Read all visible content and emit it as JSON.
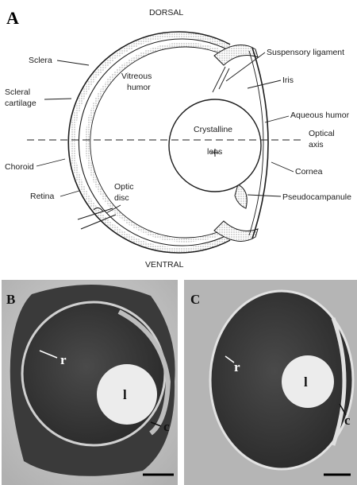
{
  "panel_a": {
    "letter": "A",
    "orientation": {
      "top": "DORSAL",
      "bottom": "VENTRAL"
    },
    "labels": {
      "sclera": "Sclera",
      "scleral_cartilage_1": "Scleral",
      "scleral_cartilage_2": "cartilage",
      "choroid": "Choroid",
      "retina": "Retina",
      "optic_disc_1": "Optic",
      "optic_disc_2": "disc",
      "vitreous_1": "Vitreous",
      "vitreous_2": "humor",
      "lens_1": "Crystalline",
      "lens_2": "lens",
      "suspensory": "Suspensory ligament",
      "iris": "Iris",
      "aqueous": "Aqueous humor",
      "optical_axis_1": "Optical",
      "optical_axis_2": "axis",
      "cornea": "Cornea",
      "pseudocampanule": "Pseudocampanule"
    }
  },
  "panel_b": {
    "letter": "B",
    "retina_label": "r",
    "lens_label": "l",
    "cornea_label": "c"
  },
  "panel_c": {
    "letter": "C",
    "retina_label": "r",
    "lens_label": "l",
    "cornea_label": "c"
  }
}
